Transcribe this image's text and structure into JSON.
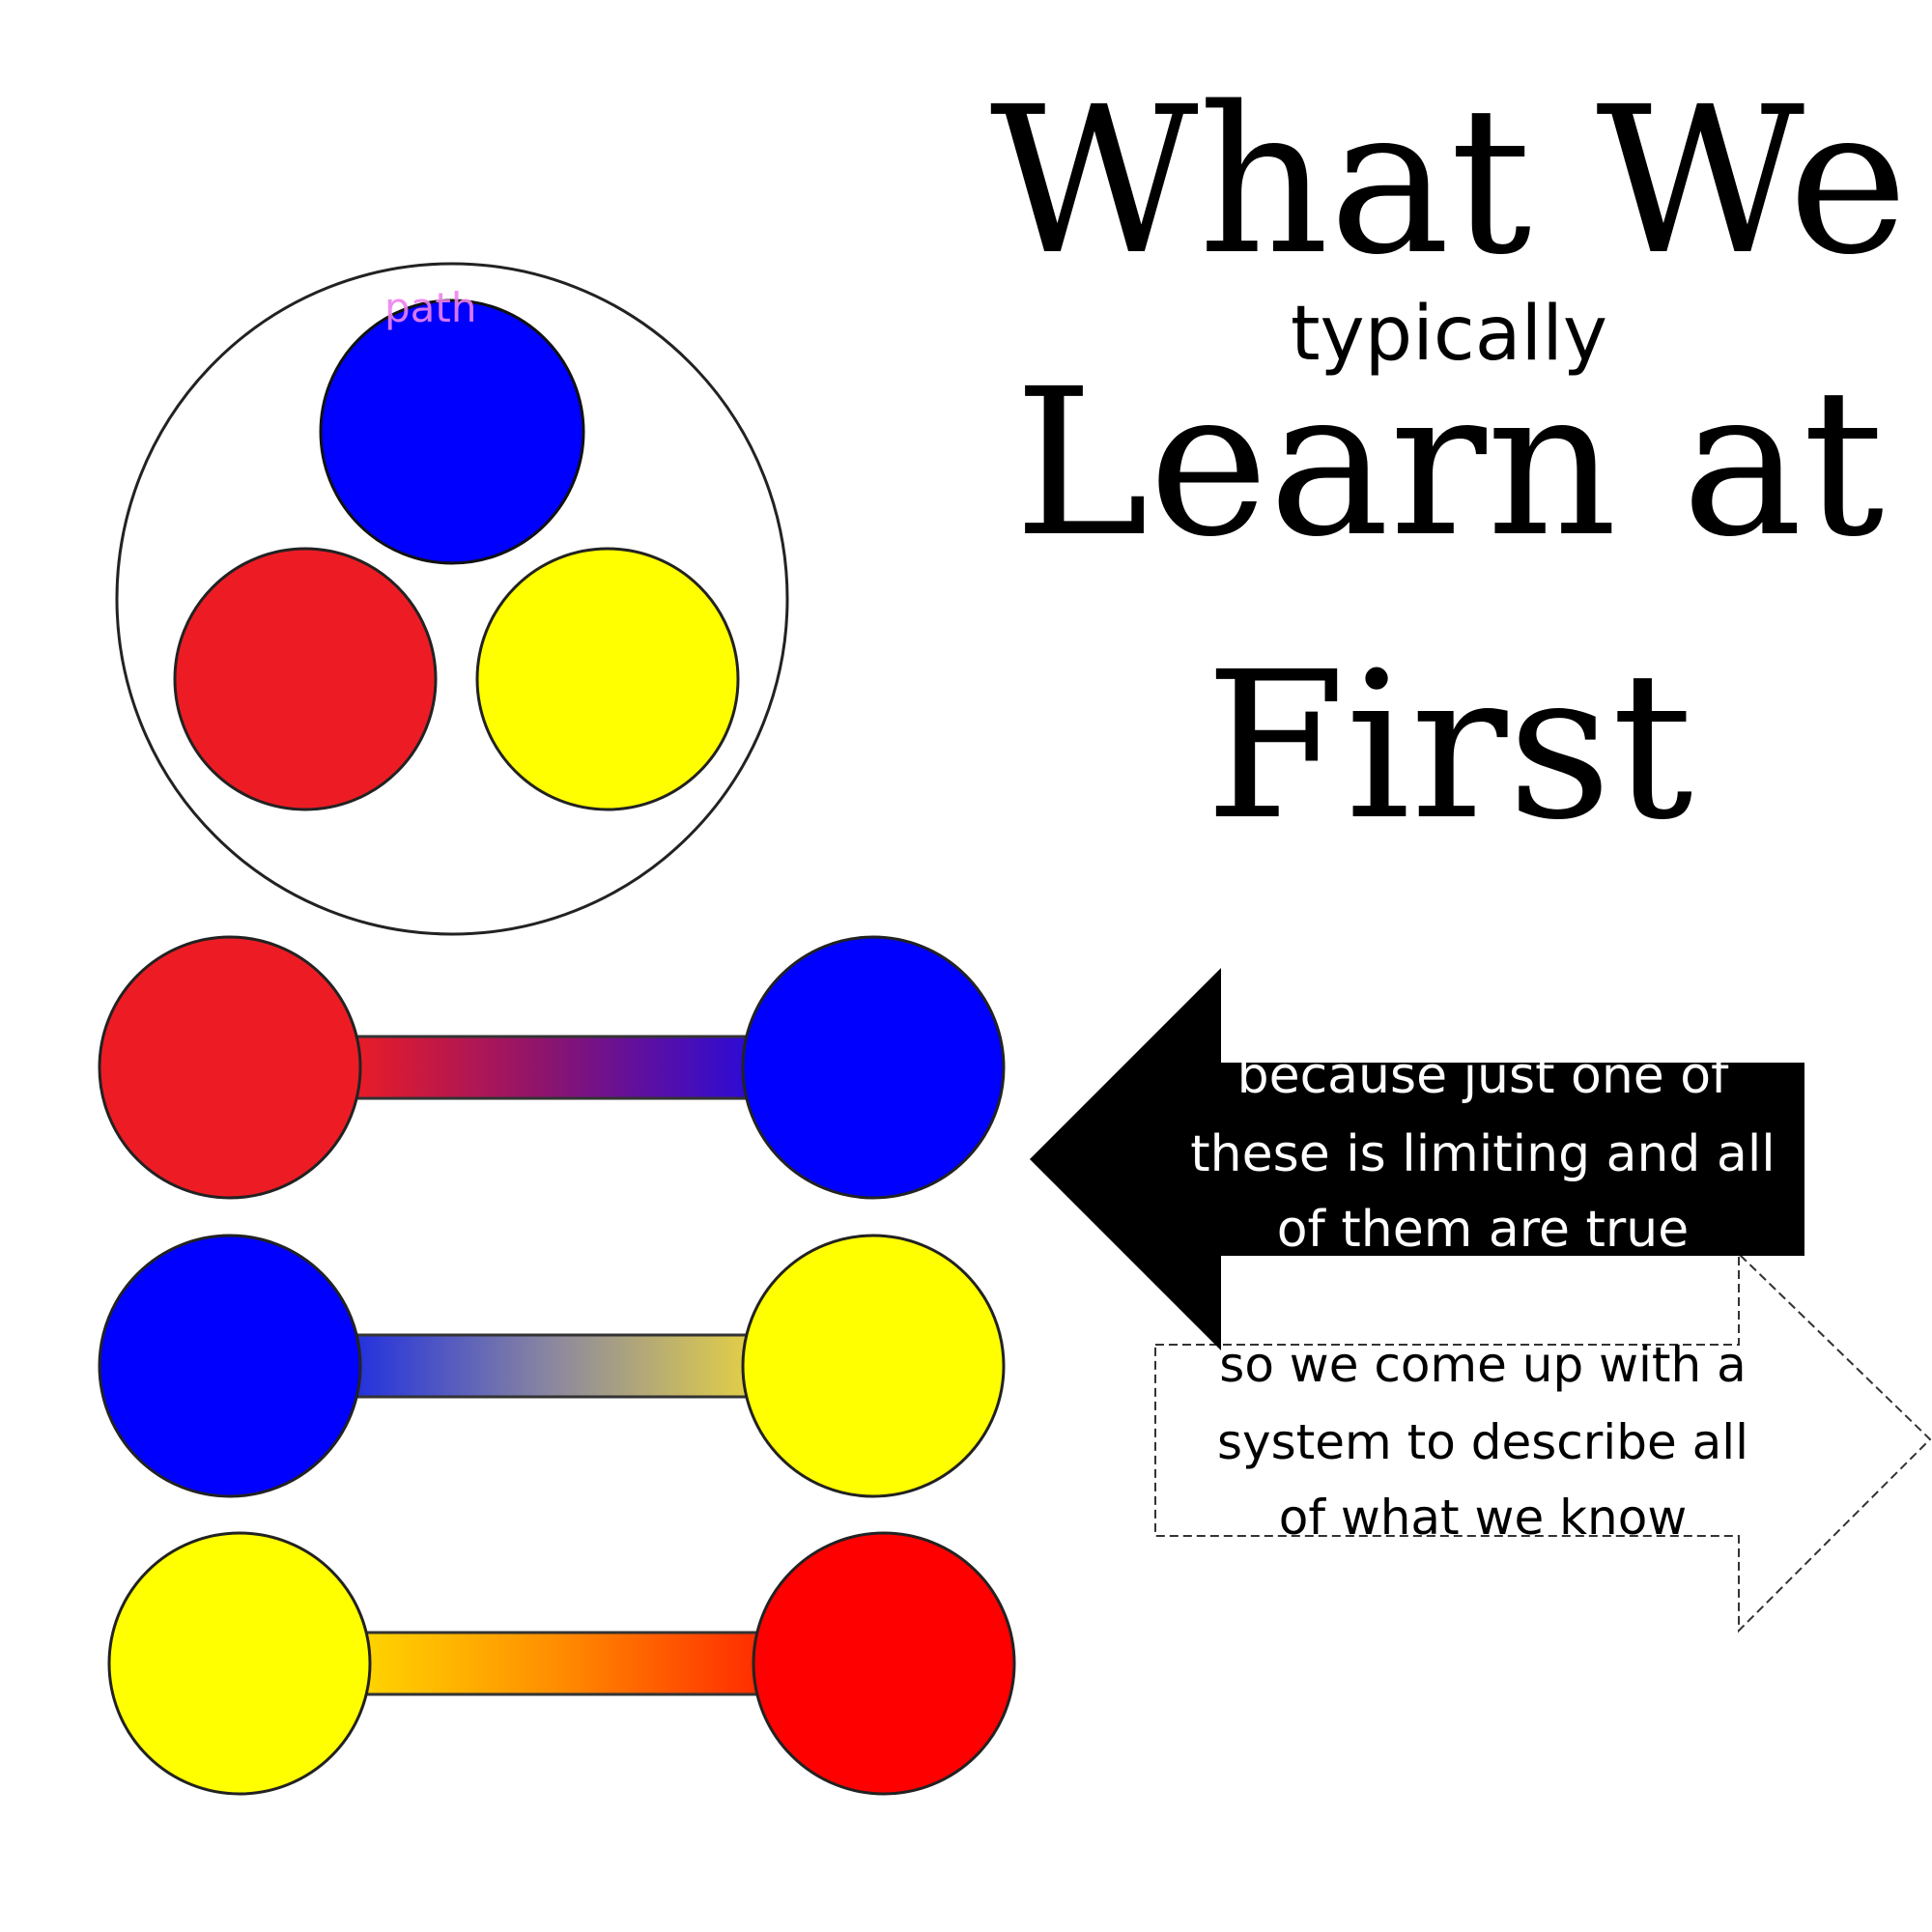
{
  "title": {
    "line1": "What We",
    "line2": "typically",
    "line3": "Learn at",
    "line4": "First"
  },
  "stray_label": "path",
  "left_arrow": {
    "lines": [
      "because just one of",
      "these is limiting and all",
      "of them are true"
    ]
  },
  "right_arrow": {
    "lines": [
      "so we come up with a",
      "system to describe all",
      "of what we know"
    ]
  },
  "colors": {
    "red": "#ed1c24",
    "blue": "#0000ff",
    "yellow": "#ffff00",
    "bright_red": "#ff0000",
    "black": "#000000",
    "label_pink": "#ee82ee"
  },
  "primaries_group": [
    "blue",
    "red",
    "yellow"
  ],
  "pairs": [
    {
      "left": "red",
      "right": "blue"
    },
    {
      "left": "blue",
      "right": "yellow"
    },
    {
      "left": "yellow",
      "right": "red"
    }
  ]
}
